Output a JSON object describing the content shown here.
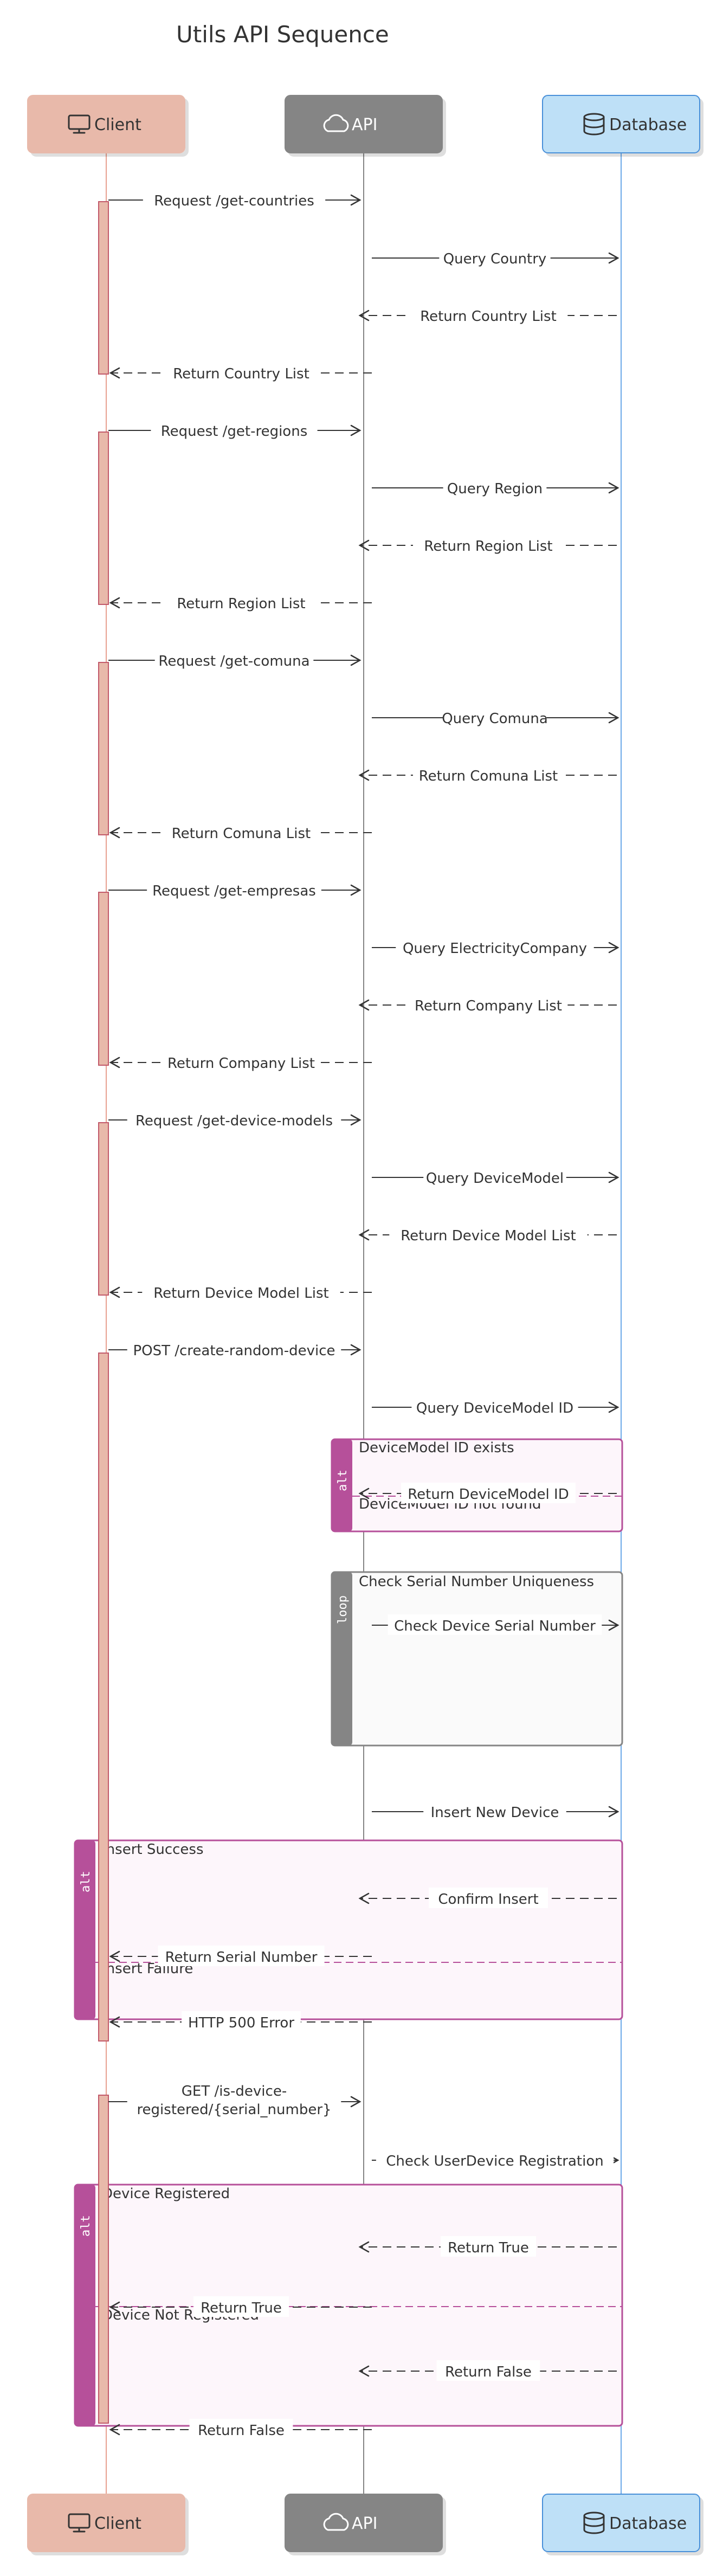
{
  "title": "Utils API Sequence",
  "participants": [
    {
      "id": "client",
      "label": "Client",
      "icon": "monitor-icon",
      "fill": "#e8b9aa",
      "stroke": "#e8b9aa",
      "line": "#e8a090",
      "text": "#333333"
    },
    {
      "id": "api",
      "label": "API",
      "icon": "cloud-icon",
      "fill": "#858585",
      "stroke": "#858585",
      "line": "#858585",
      "text": "#ffffff"
    },
    {
      "id": "database",
      "label": "Database",
      "icon": "database-icon",
      "fill": "#bee0f7",
      "stroke": "#4a90d9",
      "line": "#6aa8e8",
      "text": "#333333"
    }
  ],
  "messages": [
    {
      "from": "client",
      "to": "api",
      "label": "Request /get-countries",
      "type": "solid"
    },
    {
      "from": "api",
      "to": "database",
      "label": "Query Country",
      "type": "solid"
    },
    {
      "from": "database",
      "to": "api",
      "label": "Return Country List",
      "type": "dashed"
    },
    {
      "from": "api",
      "to": "client",
      "label": "Return Country List",
      "type": "dashed"
    },
    {
      "from": "client",
      "to": "api",
      "label": "Request /get-regions",
      "type": "solid"
    },
    {
      "from": "api",
      "to": "database",
      "label": "Query Region",
      "type": "solid"
    },
    {
      "from": "database",
      "to": "api",
      "label": "Return Region List",
      "type": "dashed"
    },
    {
      "from": "api",
      "to": "client",
      "label": "Return Region List",
      "type": "dashed"
    },
    {
      "from": "client",
      "to": "api",
      "label": "Request /get-comuna",
      "type": "solid"
    },
    {
      "from": "api",
      "to": "database",
      "label": "Query Comuna",
      "type": "solid"
    },
    {
      "from": "database",
      "to": "api",
      "label": "Return Comuna List",
      "type": "dashed"
    },
    {
      "from": "api",
      "to": "client",
      "label": "Return Comuna List",
      "type": "dashed"
    },
    {
      "from": "client",
      "to": "api",
      "label": "Request /get-empresas",
      "type": "solid"
    },
    {
      "from": "api",
      "to": "database",
      "label": "Query ElectricityCompany",
      "type": "solid"
    },
    {
      "from": "database",
      "to": "api",
      "label": "Return Company List",
      "type": "dashed"
    },
    {
      "from": "api",
      "to": "client",
      "label": "Return Company List",
      "type": "dashed"
    },
    {
      "from": "client",
      "to": "api",
      "label": "Request /get-device-models",
      "type": "solid"
    },
    {
      "from": "api",
      "to": "database",
      "label": "Query DeviceModel",
      "type": "solid"
    },
    {
      "from": "database",
      "to": "api",
      "label": "Return Device Model List",
      "type": "dashed"
    },
    {
      "from": "api",
      "to": "client",
      "label": "Return Device Model List",
      "type": "dashed"
    },
    {
      "from": "client",
      "to": "api",
      "label": "POST /create-random-device",
      "type": "solid"
    },
    {
      "from": "api",
      "to": "database",
      "label": "Query DeviceModel ID",
      "type": "solid"
    },
    {
      "from": "database",
      "to": "api",
      "label": "Return DeviceModel ID",
      "type": "dashed"
    },
    {
      "from": "api",
      "to": "database",
      "label": "Check Device Serial Number",
      "type": "solid"
    },
    {
      "from": "api",
      "to": "database",
      "label": "Insert New Device",
      "type": "solid"
    },
    {
      "from": "database",
      "to": "api",
      "label": "Confirm Insert",
      "type": "dashed"
    },
    {
      "from": "api",
      "to": "client",
      "label": "Return Serial Number",
      "type": "dashed"
    },
    {
      "from": "api",
      "to": "client",
      "label": "HTTP 500 Error",
      "type": "dashed"
    },
    {
      "from": "client",
      "to": "api",
      "label": [
        "GET /is-device-",
        "registered/{serial_number}"
      ],
      "type": "open"
    },
    {
      "from": "api",
      "to": "database",
      "label": "Check UserDevice Registration",
      "type": "solid"
    },
    {
      "from": "database",
      "to": "api",
      "label": "Return True",
      "type": "dashed"
    },
    {
      "from": "api",
      "to": "client",
      "label": "Return True",
      "type": "dashed"
    },
    {
      "from": "database",
      "to": "api",
      "label": "Return False",
      "type": "dashed"
    },
    {
      "from": "api",
      "to": "client",
      "label": "Return False",
      "type": "dashed"
    }
  ],
  "fragments": [
    {
      "kind": "alt",
      "sections": [
        "DeviceModel ID exists",
        "DeviceModel ID not found"
      ],
      "color": "#b6509a"
    },
    {
      "kind": "loop",
      "sections": [
        "Check Serial Number Uniqueness"
      ],
      "color": "#858585"
    },
    {
      "kind": "alt",
      "sections": [
        "Insert Success",
        "Insert Failure"
      ],
      "color": "#b6509a"
    },
    {
      "kind": "alt",
      "sections": [
        "Device Registered",
        "Device Not Registered"
      ],
      "color": "#b6509a"
    }
  ],
  "colors": {
    "activation_fill": "#e8b9aa",
    "activation_stroke": "#c25a6a",
    "arrow": "#333333",
    "alt_fill": "#fdf6fb",
    "loop_fill": "#fafafa"
  }
}
